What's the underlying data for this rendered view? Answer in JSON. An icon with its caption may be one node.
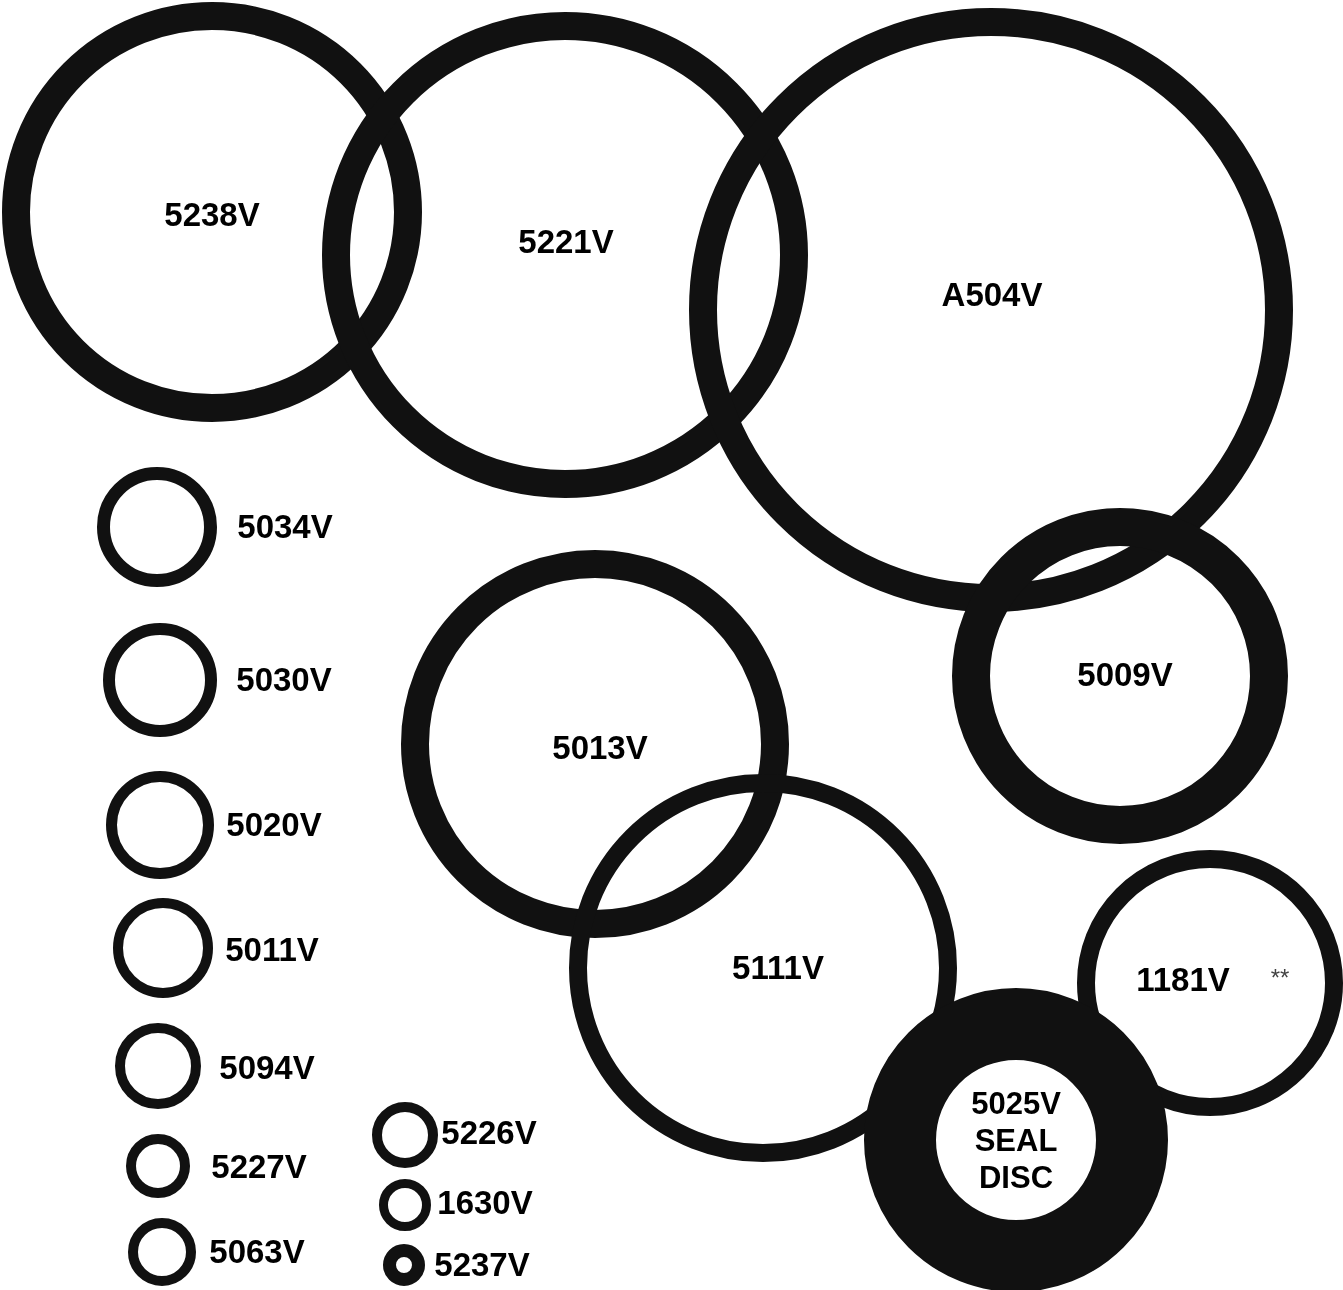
{
  "diagram": {
    "nodes": [
      {
        "text": [
          "5238V"
        ]
      },
      {
        "text": [
          "5221V"
        ]
      },
      {
        "text": [
          "A504V"
        ]
      },
      {
        "text": [
          "5034V"
        ]
      },
      {
        "text": [
          "5009V"
        ]
      },
      {
        "text": [
          "5030V"
        ]
      },
      {
        "text": [
          "5013V"
        ]
      },
      {
        "text": [
          "5020V"
        ]
      },
      {
        "text": [
          "5011V"
        ]
      },
      {
        "text": [
          "5111V"
        ]
      },
      {
        "text": [
          "1181V",
          "**"
        ]
      },
      {
        "text": [
          "5094V"
        ]
      },
      {
        "text": [
          "5025V SEAL DISC"
        ]
      },
      {
        "text": [
          "5226V"
        ]
      },
      {
        "text": [
          "5227V"
        ]
      },
      {
        "text": [
          "1630V"
        ]
      },
      {
        "text": [
          "5063V"
        ]
      },
      {
        "text": [
          "5237V"
        ]
      }
    ]
  }
}
